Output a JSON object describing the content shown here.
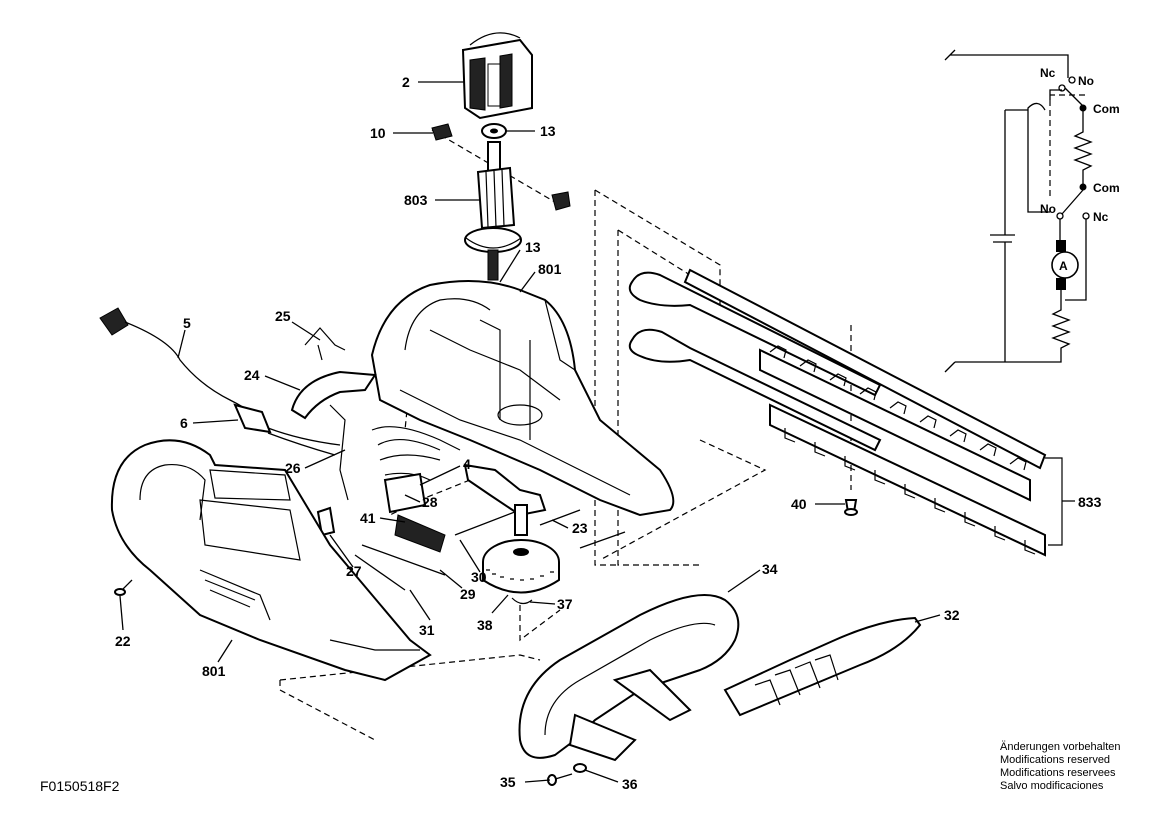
{
  "drawing_code": "F0150518F2",
  "notes": [
    "Änderungen vorbehalten",
    "Modifications reserved",
    "Modifications reservees",
    "Salvo modificaciones"
  ],
  "parts": [
    "2",
    "10",
    "13",
    "803",
    "13",
    "801",
    "5",
    "25",
    "24",
    "6",
    "26",
    "4",
    "28",
    "41",
    "27",
    "23",
    "30",
    "29",
    "31",
    "22",
    "801",
    "38",
    "37",
    "34",
    "32",
    "40",
    "833",
    "35",
    "36"
  ],
  "schematic": {
    "labels": [
      "Nc",
      "No",
      "Com",
      "Com",
      "No",
      "Nc",
      "A"
    ]
  }
}
